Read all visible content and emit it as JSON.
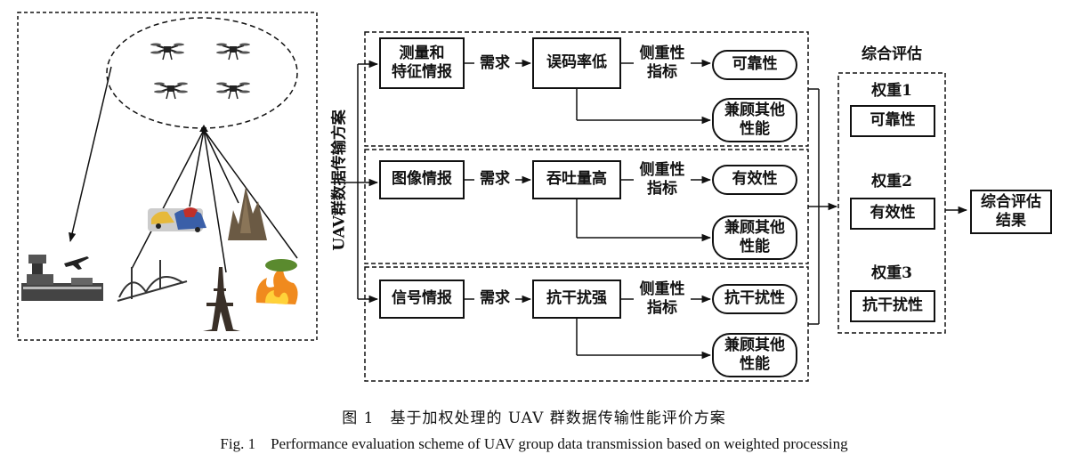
{
  "vertical_label": "UAV群数据传输方案",
  "rows": [
    {
      "intel": "测量和\n特征情报",
      "demand": "需求",
      "characteristic": "误码率低",
      "focus": "侧重性\n指标",
      "metric": "可靠性",
      "other": "兼顾其他\n性能"
    },
    {
      "intel": "图像情报",
      "demand": "需求",
      "characteristic": "吞吐量高",
      "focus": "侧重性\n指标",
      "metric": "有效性",
      "other": "兼顾其他\n性能"
    },
    {
      "intel": "信号情报",
      "demand": "需求",
      "characteristic": "抗干扰强",
      "focus": "侧重性\n指标",
      "metric": "抗干扰性",
      "other": "兼顾其他\n性能"
    }
  ],
  "evaluation": {
    "title": "综合评估",
    "weights": [
      {
        "label": "权重1",
        "metric": "可靠性"
      },
      {
        "label": "权重2",
        "metric": "有效性"
      },
      {
        "label": "权重3",
        "metric": "抗干扰性"
      }
    ],
    "result": "综合评估\n结果"
  },
  "caption": {
    "cn": "图 1　基于加权处理的 UAV 群数据传输性能评价方案",
    "en": "Fig. 1　Performance evaluation scheme of UAV group data transmission based on weighted processing"
  }
}
